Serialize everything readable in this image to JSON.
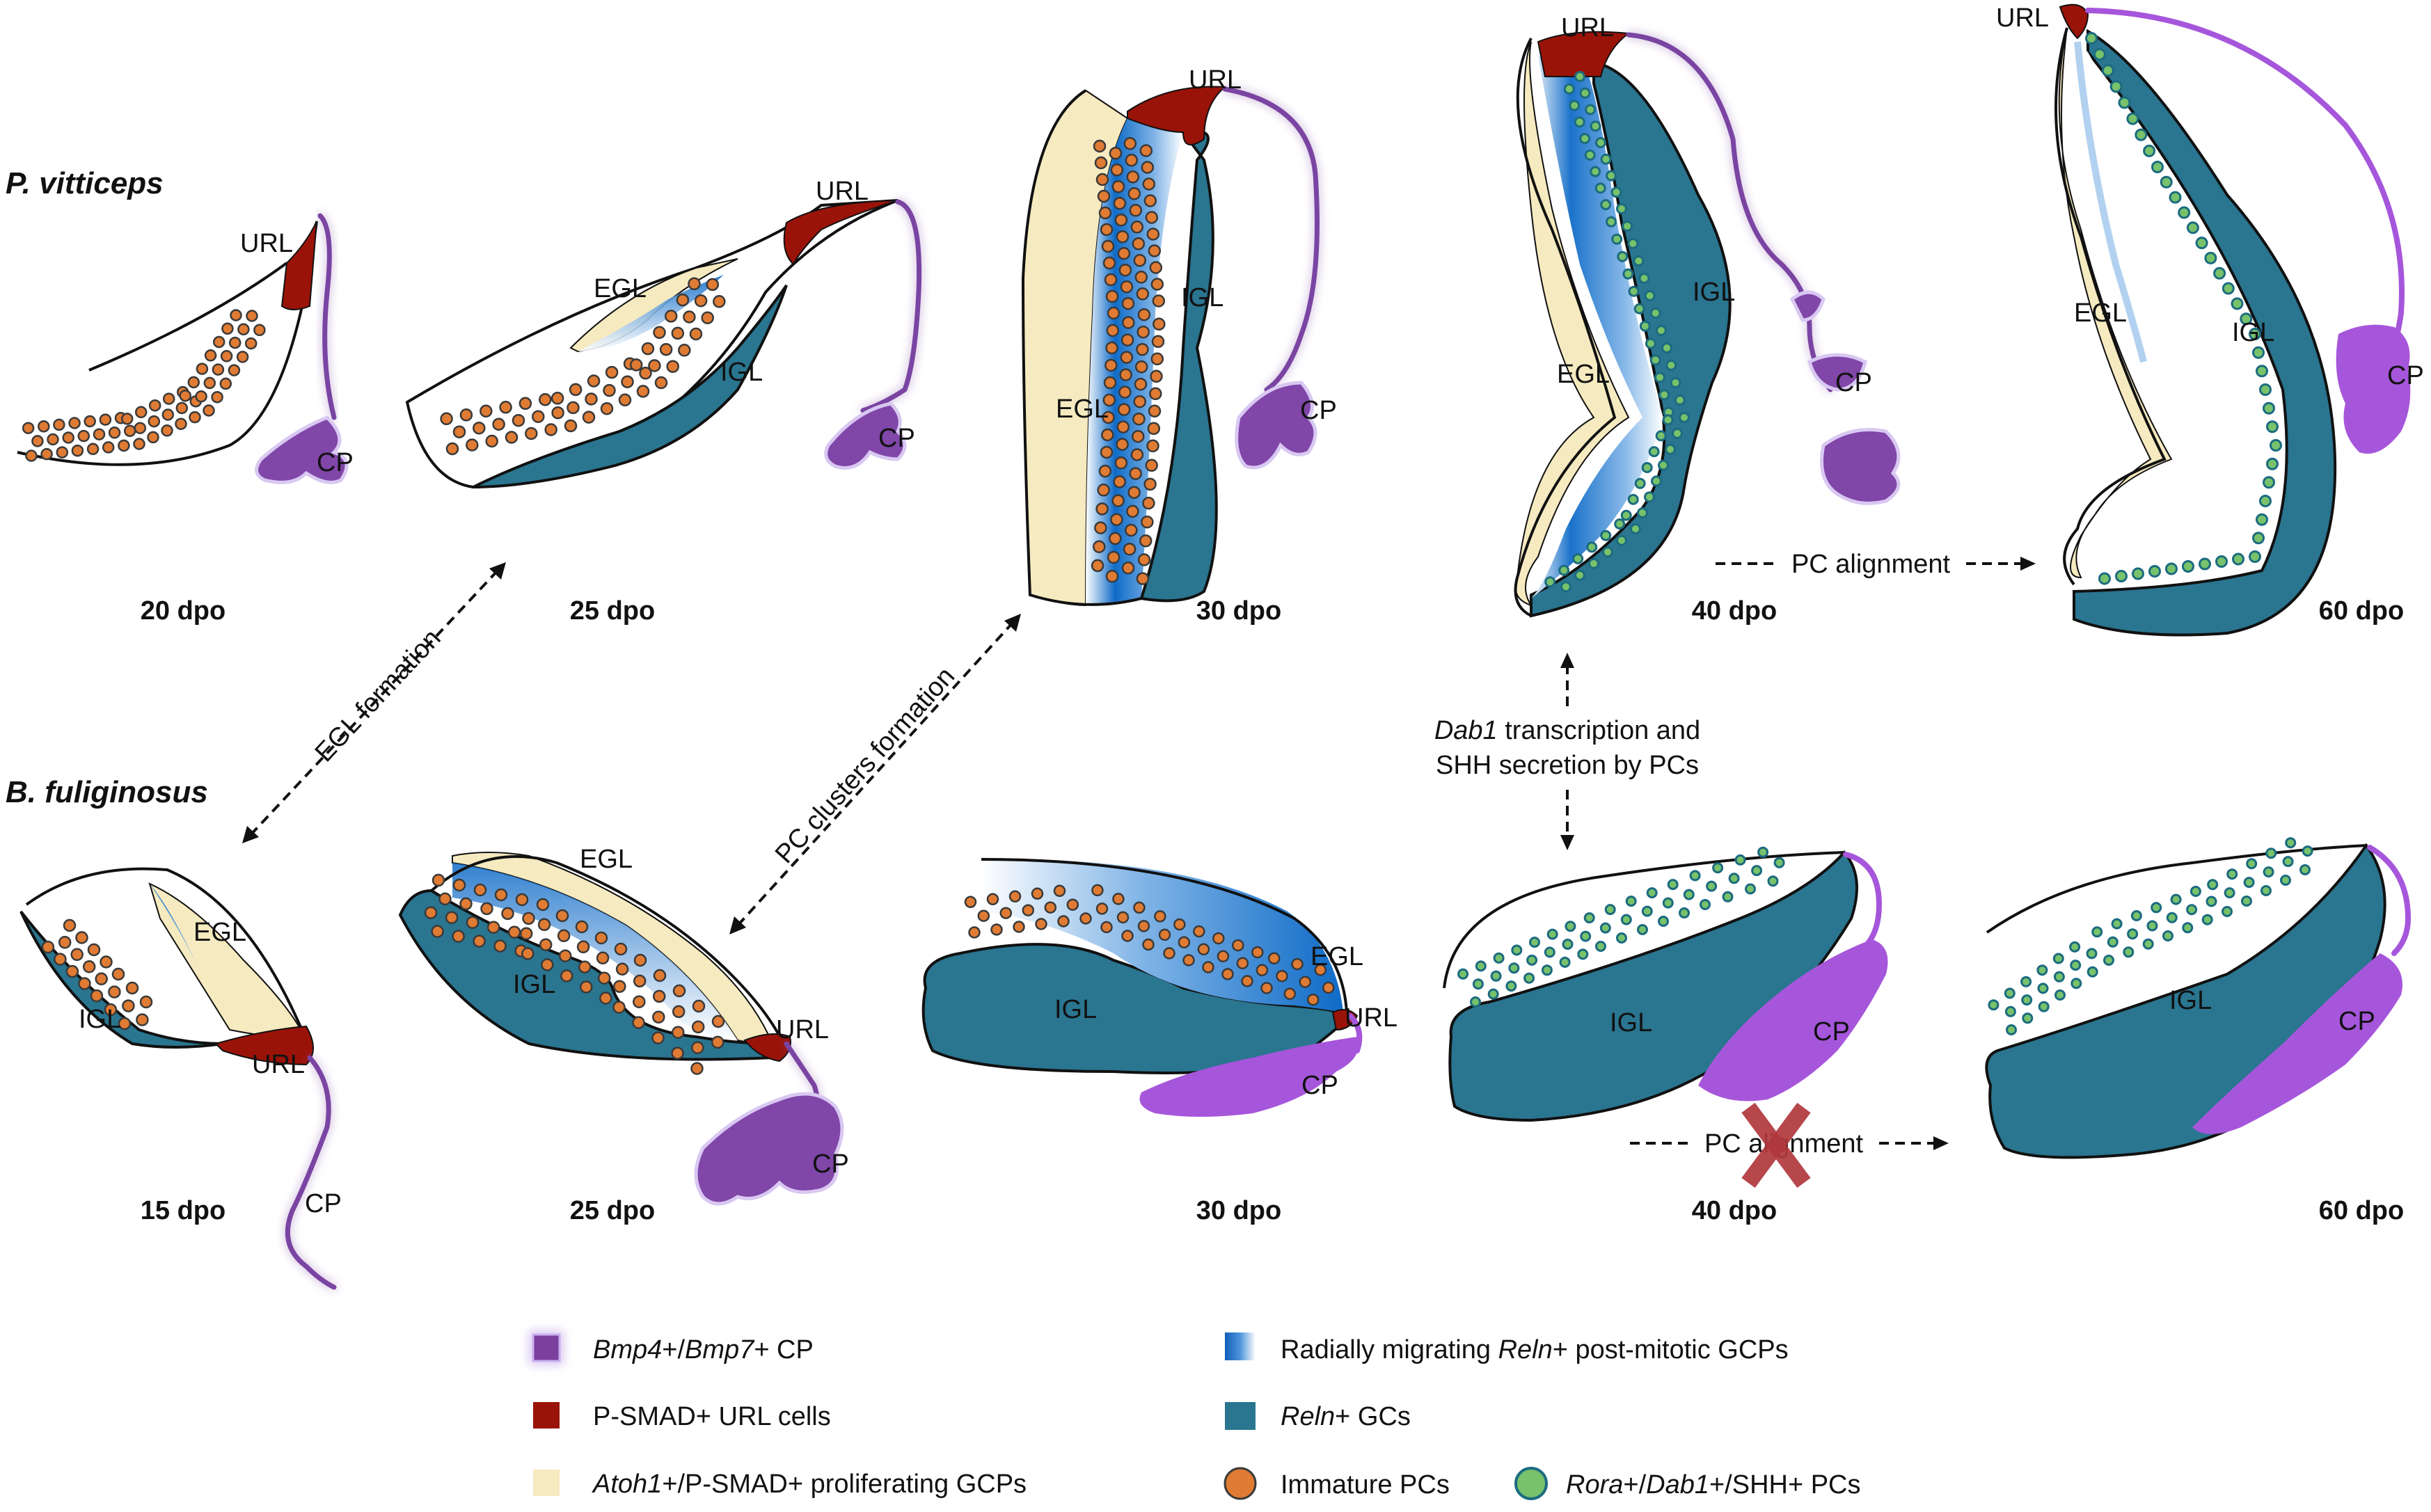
{
  "figure": {
    "species_top": "P. vitticeps",
    "species_bottom": "B. fuliginosus",
    "labels": {
      "url": "URL",
      "egl": "EGL",
      "igl": "IGL",
      "cp": "CP"
    },
    "top_stages": [
      "20 dpo",
      "25 dpo",
      "30 dpo",
      "40 dpo",
      "60 dpo"
    ],
    "bottom_stages": [
      "15 dpo",
      "25 dpo",
      "30 dpo",
      "40 dpo",
      "60 dpo"
    ],
    "arrows": {
      "egl_formation": "EGL formation",
      "pc_clusters": "PC clusters formation",
      "dab1_line1_italic": "Dab1",
      "dab1_line1_rest": " transcription and",
      "dab1_line2": "SHH secretion by PCs",
      "pc_alignment_top": "PC alignment",
      "pc_alignment_bottom": "PC alignment"
    },
    "colors": {
      "cp": "#7b3f9e",
      "url": "#9a1308",
      "egl": "#f6eac0",
      "gc": "#2a7590",
      "migrating": "#0f6bc7",
      "immature_pc": "#e07b33",
      "mature_pc": "#77c26b",
      "cross": "#b0383c"
    }
  },
  "legend": {
    "cp_it": "Bmp4",
    "cp_mid": "+/",
    "cp_it2": "Bmp7",
    "cp_rest": "+ CP",
    "url": "P-SMAD+ URL cells",
    "egl_it": "Atoh1",
    "egl_rest": "+/P-SMAD+ proliferating GCPs",
    "mig_pre": "Radially migrating ",
    "mig_it": "Reln",
    "mig_rest": "+ post-mitotic GCPs",
    "gc_it": "Reln",
    "gc_rest": "+ GCs",
    "ipc": "Immature PCs",
    "mpc_it": "Rora",
    "mpc_mid": "+/",
    "mpc_it2": "Dab1",
    "mpc_rest": "+/SHH+ PCs"
  }
}
